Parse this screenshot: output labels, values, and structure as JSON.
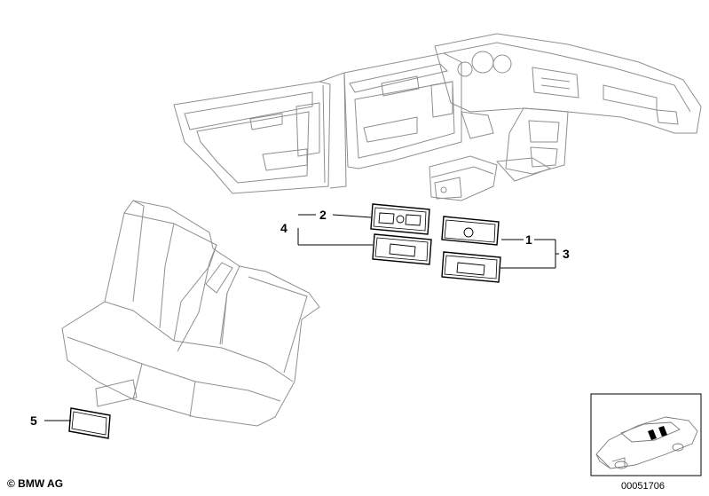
{
  "callouts": {
    "c1": "1",
    "c2": "2",
    "c3": "3",
    "c4": "4",
    "c5": "5"
  },
  "footer": {
    "copyright": "© BMW AG",
    "diagram_number": "00051706"
  },
  "colors": {
    "line": "#000000",
    "light_line": "#9a9a9a",
    "background": "#ffffff"
  }
}
